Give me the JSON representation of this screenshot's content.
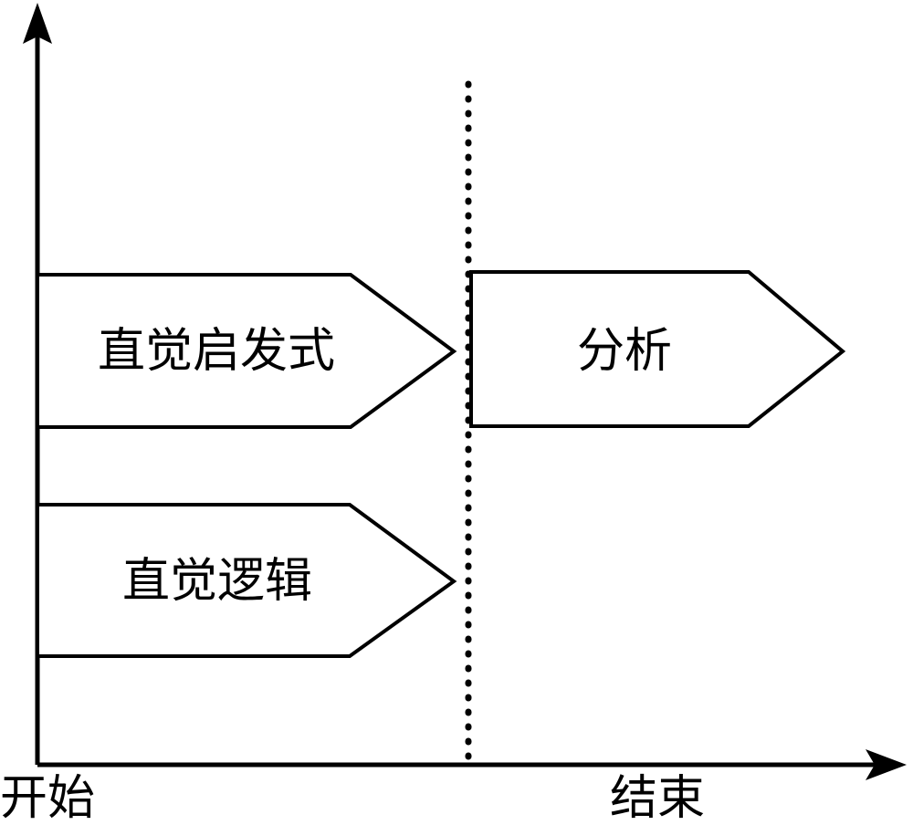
{
  "diagram": {
    "title": "",
    "background_color": "#ffffff",
    "stroke_color": "#000000",
    "axes": {
      "y_axis_name": "vertical-axis",
      "x_axis_name": "horizontal-axis",
      "start_label": "开始",
      "end_label": "结束"
    },
    "divider": {
      "name": "phase-divider",
      "style": "dotted"
    },
    "shapes": [
      {
        "id": "intuitive-heuristic",
        "label": "直觉启发式",
        "phase": "before"
      },
      {
        "id": "intuitive-logic",
        "label": "直觉逻辑",
        "phase": "before"
      },
      {
        "id": "analysis",
        "label": "分析",
        "phase": "after"
      }
    ]
  }
}
